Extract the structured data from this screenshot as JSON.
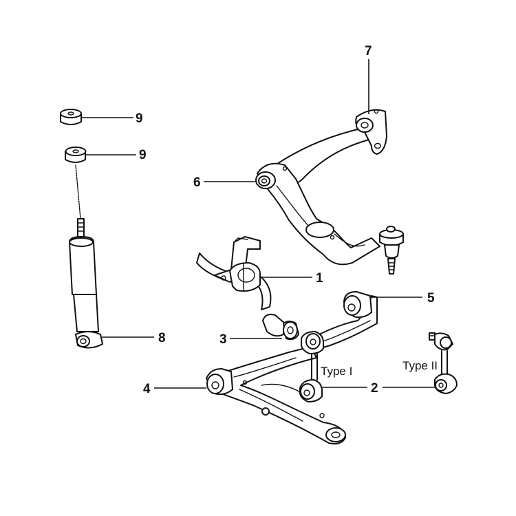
{
  "callouts": {
    "c1": "1",
    "c2": "2",
    "c3": "3",
    "c4": "4",
    "c5": "5",
    "c6": "6",
    "c7": "7",
    "c8": "8",
    "c9a": "9",
    "c9b": "9"
  },
  "labels": {
    "type_1": "Type I",
    "type_2": "Type II"
  }
}
